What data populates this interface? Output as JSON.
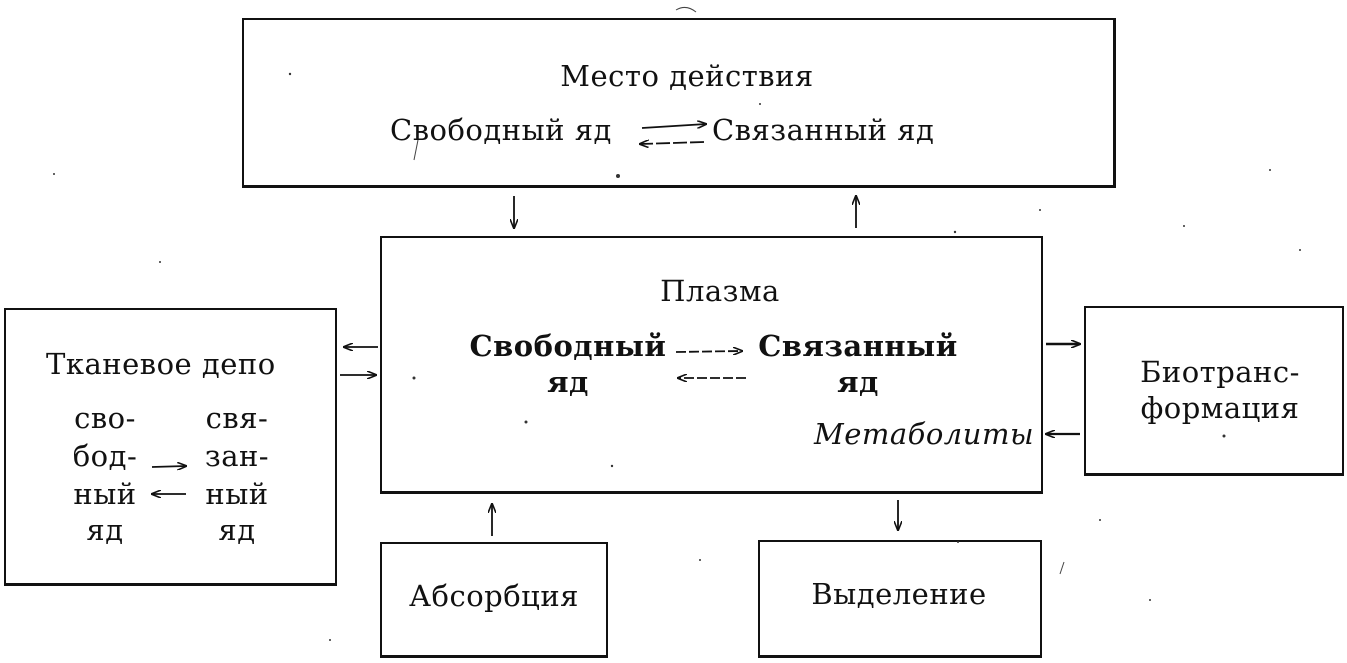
{
  "site": {
    "title": "Место действия",
    "free": "Свободный яд",
    "bound": "Связанный яд"
  },
  "plasma": {
    "title": "Плазма",
    "free_line1": "Свободный",
    "free_line2": "яд",
    "bound_line1": "Связанный",
    "bound_line2": "яд",
    "metabolites": "Метаболиты"
  },
  "depot": {
    "title": "Тканевое депо",
    "free_lines": [
      "сво-",
      "бод-",
      "ный",
      "яд"
    ],
    "bound_lines": [
      "свя-",
      "зан-",
      "ный",
      "яд"
    ]
  },
  "biotransformation": {
    "line1": "Биотранс-",
    "line2": "формация"
  },
  "absorption": {
    "label": "Абсорбция"
  },
  "excretion": {
    "label": "Выделение"
  },
  "colors": {
    "ink": "#111111",
    "paper": "#ffffff"
  }
}
